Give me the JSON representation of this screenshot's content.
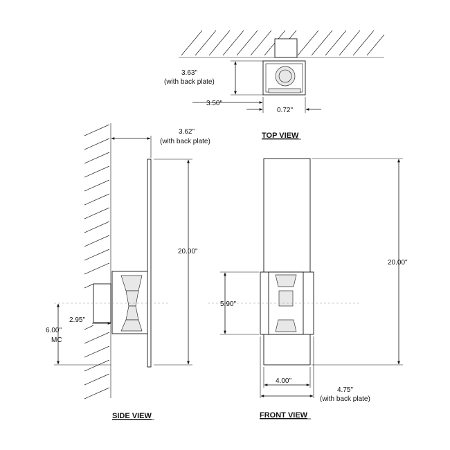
{
  "views": {
    "top": "TOP VIEW",
    "side": "SIDE VIEW",
    "front": "FRONT VIEW"
  },
  "dimensions": {
    "top_depth": "3.63\"",
    "top_depth_note": "(with back plate)",
    "top_width": "3.50\"",
    "top_plate": "0.72\"",
    "side_depth": "3.62\"",
    "side_depth_note": "(with back plate)",
    "side_height": "20.00\"",
    "side_box_offset": "2.95\"",
    "side_mount": "6.00\"",
    "side_mount_note": "MC",
    "front_height": "20.00\"",
    "front_box_height": "5.90\"",
    "front_width": "4.00\"",
    "front_plate_width": "4.75\"",
    "front_plate_note": "(with back plate)"
  }
}
